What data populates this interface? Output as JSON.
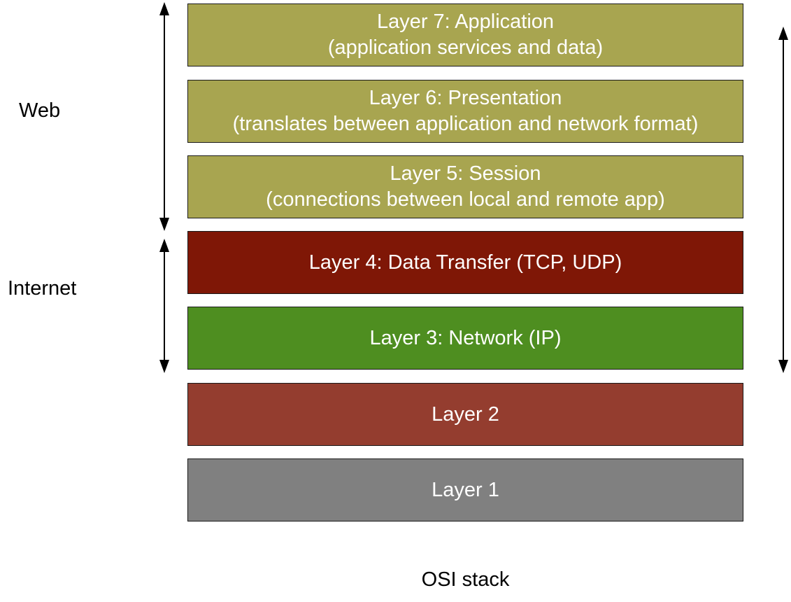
{
  "colors": {
    "upper_layers": "#a8a550",
    "layer4": "#7f1706",
    "layer3": "#4e8e20",
    "layer2": "#943d2f",
    "layer1": "#808080",
    "arrow": "#000000"
  },
  "layers": [
    {
      "title": "Layer 7: Application",
      "subtitle": "(application services and data)"
    },
    {
      "title": "Layer 6: Presentation",
      "subtitle": "(translates between application and network format)"
    },
    {
      "title": "Layer 5: Session",
      "subtitle": "(connections between local and remote app)"
    },
    {
      "title": "Layer 4: Data Transfer (TCP, UDP)"
    },
    {
      "title": "Layer 3: Network (IP)"
    },
    {
      "title": "Layer 2"
    },
    {
      "title": "Layer 1"
    }
  ],
  "groups": {
    "web": "Web",
    "internet": "Internet"
  },
  "caption": "OSI stack"
}
